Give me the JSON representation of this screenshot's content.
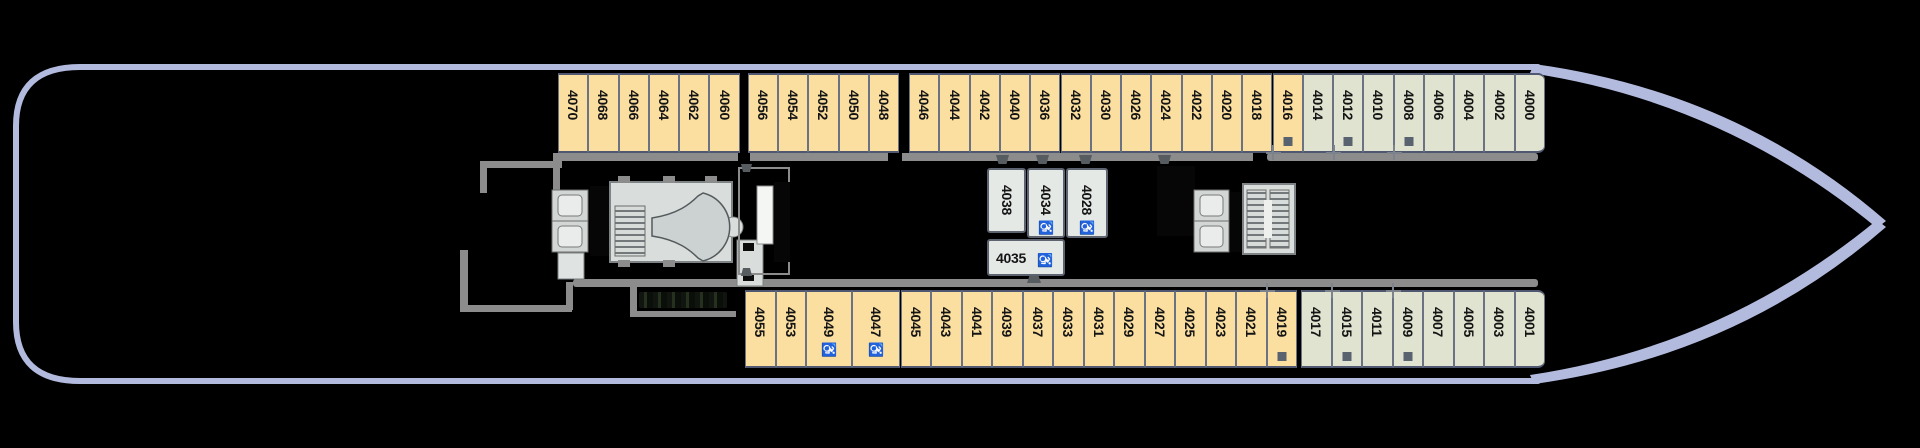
{
  "deck_plan": {
    "colors": {
      "background": "#000000",
      "hull": "#b2bbde",
      "cabin_standard": "#fbdfa0",
      "cabin_premium": "#dfe3cf",
      "cabin_accessible": "#e5e9e6",
      "corridor_wall": "#8c8c8c",
      "cabin_border": "#6b7283",
      "icon_dark": "#59626f"
    },
    "icons": {
      "wheelchair": "♿",
      "sofa_bed_square": "■",
      "connecting_door_plus": "+"
    },
    "top_row": [
      {
        "number": "4070",
        "type": "standard"
      },
      {
        "number": "4068",
        "type": "standard"
      },
      {
        "number": "4066",
        "type": "standard"
      },
      {
        "number": "4064",
        "type": "standard"
      },
      {
        "number": "4062",
        "type": "standard"
      },
      {
        "number": "4060",
        "type": "standard"
      },
      {
        "number": "4056",
        "type": "standard",
        "gap_before": 8
      },
      {
        "number": "4054",
        "type": "standard"
      },
      {
        "number": "4052",
        "type": "standard"
      },
      {
        "number": "4050",
        "type": "standard"
      },
      {
        "number": "4048",
        "type": "standard"
      },
      {
        "number": "4046",
        "type": "standard",
        "gap_before": 10
      },
      {
        "number": "4044",
        "type": "standard"
      },
      {
        "number": "4042",
        "type": "standard"
      },
      {
        "number": "4040",
        "type": "standard"
      },
      {
        "number": "4036",
        "type": "standard"
      },
      {
        "number": "4032",
        "type": "standard"
      },
      {
        "number": "4030",
        "type": "standard"
      },
      {
        "number": "4026",
        "type": "standard"
      },
      {
        "number": "4024",
        "type": "standard"
      },
      {
        "number": "4022",
        "type": "standard"
      },
      {
        "number": "4020",
        "type": "standard"
      },
      {
        "number": "4018",
        "type": "standard"
      },
      {
        "number": "4016",
        "type": "standard",
        "square": true,
        "plus_left": true
      },
      {
        "number": "4014",
        "type": "premium"
      },
      {
        "number": "4012",
        "type": "premium",
        "square": true,
        "plus_left": true
      },
      {
        "number": "4010",
        "type": "premium"
      },
      {
        "number": "4008",
        "type": "premium",
        "square": true,
        "plus_left": true
      },
      {
        "number": "4006",
        "type": "premium"
      },
      {
        "number": "4004",
        "type": "premium"
      },
      {
        "number": "4002",
        "type": "premium"
      },
      {
        "number": "4000",
        "type": "premium"
      }
    ],
    "middle_cabins": [
      {
        "number": "4038"
      },
      {
        "number": "4034",
        "wheelchair": true
      },
      {
        "number": "4028",
        "wheelchair": true
      },
      {
        "number": "4035",
        "wheelchair": true,
        "horizontal": true
      }
    ],
    "bottom_row": [
      {
        "number": "4055",
        "type": "standard"
      },
      {
        "number": "4053",
        "type": "standard"
      },
      {
        "number": "4049",
        "type": "standard",
        "wheelchair": true,
        "wide": 1.5
      },
      {
        "number": "4047",
        "type": "standard",
        "wheelchair": true,
        "wide": 1.6
      },
      {
        "number": "4045",
        "type": "standard"
      },
      {
        "number": "4043",
        "type": "standard"
      },
      {
        "number": "4041",
        "type": "standard"
      },
      {
        "number": "4039",
        "type": "standard"
      },
      {
        "number": "4037",
        "type": "standard"
      },
      {
        "number": "4033",
        "type": "standard"
      },
      {
        "number": "4031",
        "type": "standard"
      },
      {
        "number": "4029",
        "type": "standard"
      },
      {
        "number": "4027",
        "type": "standard"
      },
      {
        "number": "4025",
        "type": "standard"
      },
      {
        "number": "4023",
        "type": "standard"
      },
      {
        "number": "4021",
        "type": "standard"
      },
      {
        "number": "4019",
        "type": "standard",
        "square": true,
        "plus_left": true
      },
      {
        "number": "4017",
        "type": "premium",
        "gap_before": 4
      },
      {
        "number": "4015",
        "type": "premium",
        "square": true,
        "plus_left": true
      },
      {
        "number": "4011",
        "type": "premium"
      },
      {
        "number": "4009",
        "type": "premium",
        "square": true,
        "plus_left": true
      },
      {
        "number": "4007",
        "type": "premium"
      },
      {
        "number": "4005",
        "type": "premium"
      },
      {
        "number": "4003",
        "type": "premium"
      },
      {
        "number": "4001",
        "type": "premium"
      }
    ]
  }
}
